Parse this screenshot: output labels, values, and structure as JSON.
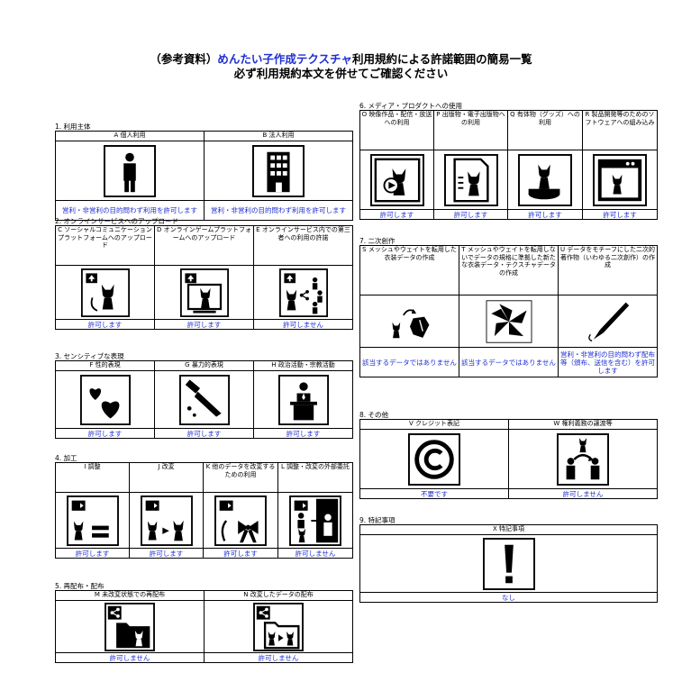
{
  "title": {
    "prefix": "（参考資料）",
    "brand": "めんたい子作成テクスチャ",
    "suffix": "利用規約による許諾範囲の簡易一覧",
    "line2": "必ず利用規約本文を併せてご確認ください"
  },
  "sections": {
    "s1": {
      "label": "1. 利用主体",
      "items": [
        {
          "header": "A 個人利用",
          "status": "営利・非営利の目的問わず利用を許可します",
          "icon": "person-icon"
        },
        {
          "header": "B 法人利用",
          "status": "営利・非営利の目的問わず利用を許可します",
          "icon": "building-icon"
        }
      ]
    },
    "s2": {
      "label": "2. オンラインサービスへのアップロード",
      "items": [
        {
          "header": "C ソーシャルコミュニケーションプラットフォームへのアップロード",
          "status": "許可します",
          "icon": "upload-social-icon"
        },
        {
          "header": "D オンラインゲームプラットフォームへのアップロード",
          "status": "許可します",
          "icon": "upload-game-icon"
        },
        {
          "header": "E オンラインサービス内での第三者への利用の許諾",
          "status": "許可しません",
          "icon": "share-network-icon"
        }
      ]
    },
    "s3": {
      "label": "3. センシティブな表現",
      "items": [
        {
          "header": "F 性的表現",
          "status": "許可します",
          "icon": "hearts-icon"
        },
        {
          "header": "G 暴力的表現",
          "status": "許可します",
          "icon": "knife-icon"
        },
        {
          "header": "H 政治活動・宗教活動",
          "status": "許可します",
          "icon": "podium-icon"
        }
      ]
    },
    "s4": {
      "label": "4. 加工",
      "items": [
        {
          "header": "I 調整",
          "status": "許可します",
          "icon": "adjust-icon"
        },
        {
          "header": "J 改変",
          "status": "許可します",
          "icon": "modify-icon"
        },
        {
          "header": "K 他のデータを改変するための利用",
          "status": "許可します",
          "icon": "ribbon-icon"
        },
        {
          "header": "L 調整・改変の外部委託",
          "status": "許可しません",
          "icon": "outsource-icon"
        }
      ]
    },
    "s5": {
      "label": "5. 再配布・配布",
      "items": [
        {
          "header": "M 未改変状態での再配布",
          "status": "許可しません",
          "icon": "redistribute-icon"
        },
        {
          "header": "N 改変したデータの配布",
          "status": "許可しません",
          "icon": "distribute-modified-icon"
        }
      ]
    },
    "s6": {
      "label": "6. メディア・プロダクトへの使用",
      "items": [
        {
          "header": "O 映像作品・配信・放送への利用",
          "status": "許可します",
          "icon": "video-icon"
        },
        {
          "header": "P 出版物・電子出版物への利用",
          "status": "許可します",
          "icon": "publication-icon"
        },
        {
          "header": "Q 有体物（グッズ）への利用",
          "status": "許可します",
          "icon": "goods-icon"
        },
        {
          "header": "R 製品開発等のためのソフトウェアへの組み込み",
          "status": "許可します",
          "icon": "software-icon"
        }
      ]
    },
    "s7": {
      "label": "7. 二次創作",
      "items": [
        {
          "header": "S メッシュやウェイトを転用した衣装データの作成",
          "status": "該当するデータではありません",
          "icon": "costume-icon"
        },
        {
          "header": "T メッシュやウェイトを転用しないでデータの規格に準拠した新たな衣装データ・テクスチャデータの作成",
          "status": "該当するデータではありません",
          "icon": "texture-icon"
        },
        {
          "header": "U データをモチーフにした二次的著作物（いわゆる二次創作）の作成",
          "status": "営利・非営利の目的問わず配布等（頒布、送信を含む）を許可します",
          "icon": "pen-icon"
        }
      ]
    },
    "s8": {
      "label": "8. その他",
      "items": [
        {
          "header": "V クレジット表記",
          "status": "不要です",
          "icon": "copyright-icon"
        },
        {
          "header": "W 権利義務の譲渡等",
          "status": "許可しません",
          "icon": "transfer-icon"
        }
      ]
    },
    "s9": {
      "label": "9. 特記事項",
      "items": [
        {
          "header": "X 特記事項",
          "status": "なし",
          "icon": "exclamation-icon"
        }
      ]
    }
  },
  "colors": {
    "status_text": "#1f2fd0",
    "border": "#000000"
  }
}
